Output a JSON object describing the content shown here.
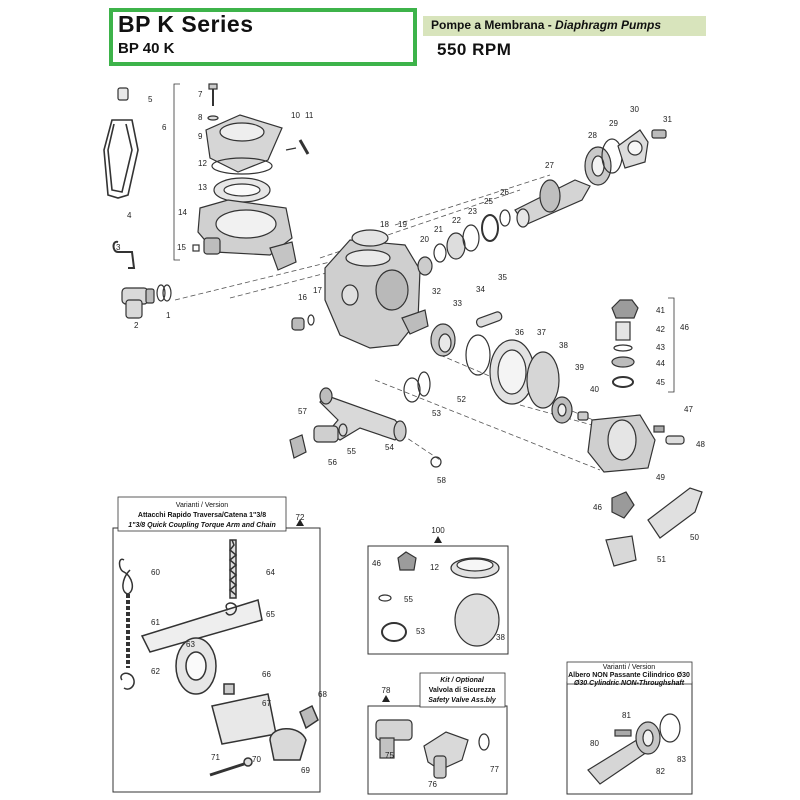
{
  "header": {
    "series": "BP K  Series",
    "model": "BP 40 K",
    "pump_type_it": "Pompe a Membrana - ",
    "pump_type_en": "Diaphragm Pumps",
    "rpm": "550 RPM"
  },
  "colors": {
    "highlight": "#3db34a",
    "band": "#d8e4bc"
  },
  "variant_boxes": {
    "torque_arm": {
      "line1": "Varianti / Version",
      "line2": "Attacchi Rapido Traversa/Catena 1\"3/8",
      "line3": "1\"3/8 Quick Coupling Torque Arm and Chain",
      "ref": "72"
    },
    "kit_100": {
      "ref": "100"
    },
    "safety_valve": {
      "line1": "Kit / Optional",
      "line2": "Valvola di Sicurezza",
      "line3": "Safety Valve Ass.bly",
      "ref": "78"
    },
    "shaft": {
      "line1": "Varianti / Version",
      "line2": "Albero NON Passante Cilindrico Ø30",
      "line3": "Ø30 Cylindric NON-Throughshaft"
    }
  },
  "part_labels": [
    "1",
    "2",
    "3",
    "4",
    "5",
    "6",
    "7",
    "8",
    "9",
    "10",
    "11",
    "12",
    "13",
    "14",
    "15",
    "16",
    "17",
    "18",
    "19",
    "20",
    "21",
    "22",
    "23",
    "25",
    "26",
    "27",
    "28",
    "29",
    "30",
    "31",
    "32",
    "33",
    "34",
    "35",
    "36",
    "37",
    "38",
    "39",
    "40",
    "41",
    "42",
    "43",
    "44",
    "45",
    "46",
    "47",
    "48",
    "49",
    "50",
    "51",
    "52",
    "53",
    "54",
    "55",
    "56",
    "57",
    "58",
    "60",
    "61",
    "62",
    "63",
    "64",
    "65",
    "66",
    "67",
    "68",
    "69",
    "70",
    "71",
    "75",
    "76",
    "77",
    "80",
    "81",
    "82",
    "83"
  ]
}
